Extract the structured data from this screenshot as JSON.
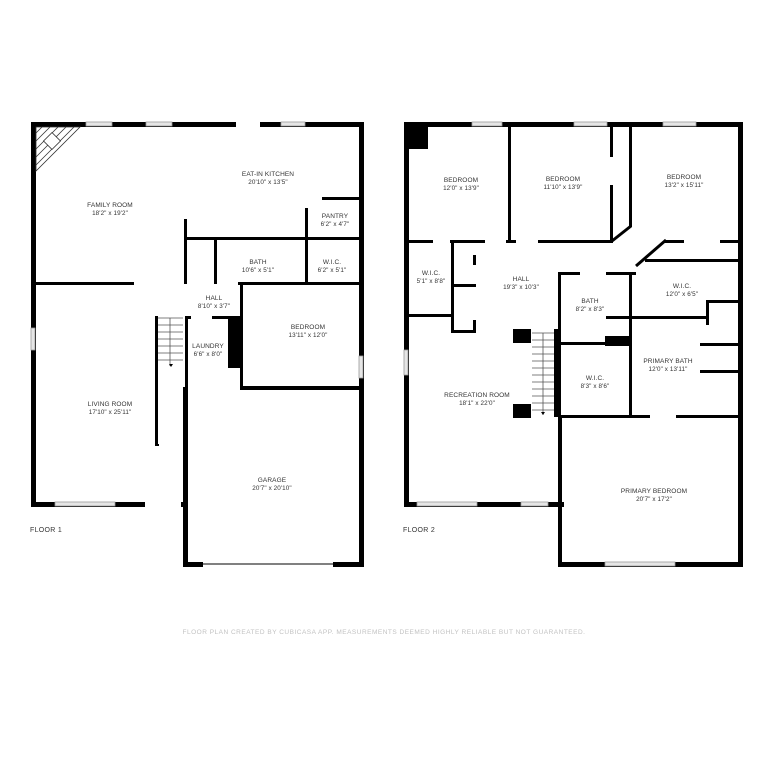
{
  "floors": [
    {
      "label": "FLOOR 1",
      "rooms": [
        {
          "name": "FAMILY ROOM",
          "dims": "18'2\" x 19'2\""
        },
        {
          "name": "EAT-IN KITCHEN",
          "dims": "20'10\" x 13'5\""
        },
        {
          "name": "PANTRY",
          "dims": "6'2\" x 4'7\""
        },
        {
          "name": "BATH",
          "dims": "10'6\" x 5'1\""
        },
        {
          "name": "W.I.C.",
          "dims": "6'2\" x 5'1\""
        },
        {
          "name": "HALL",
          "dims": "8'10\" x 3'7\""
        },
        {
          "name": "LAUNDRY",
          "dims": "6'6\" x 8'0\""
        },
        {
          "name": "BEDROOM",
          "dims": "13'11\" x 12'0\""
        },
        {
          "name": "LIVING ROOM",
          "dims": "17'10\" x 25'11\""
        },
        {
          "name": "GARAGE",
          "dims": "20'7\" x 20'10\""
        }
      ]
    },
    {
      "label": "FLOOR 2",
      "rooms": [
        {
          "name": "BEDROOM",
          "dims": "12'0\" x 13'9\""
        },
        {
          "name": "BEDROOM",
          "dims": "11'10\" x 13'9\""
        },
        {
          "name": "BEDROOM",
          "dims": "13'2\" x 15'11\""
        },
        {
          "name": "W.I.C.",
          "dims": "5'1\" x 8'8\""
        },
        {
          "name": "HALL",
          "dims": "19'3\" x 10'3\""
        },
        {
          "name": "BATH",
          "dims": "8'2\" x 8'3\""
        },
        {
          "name": "W.I.C.",
          "dims": "12'0\" x 6'5\""
        },
        {
          "name": "PRIMARY BATH",
          "dims": "12'0\" x 13'11\""
        },
        {
          "name": "W.I.C.",
          "dims": "8'3\" x 8'6\""
        },
        {
          "name": "RECREATION ROOM",
          "dims": "18'1\" x 22'0\""
        },
        {
          "name": "PRIMARY BEDROOM",
          "dims": "20'7\" x 17'2\""
        }
      ]
    }
  ],
  "footer": "FLOOR PLAN CREATED BY CUBICASA APP. MEASUREMENTS DEEMED HIGHLY RELIABLE BUT NOT GUARANTEED.",
  "colors": {
    "wall": "#000000",
    "window": "#e6e6e6",
    "text": "#333333",
    "footer_text": "#c2c2c2"
  }
}
